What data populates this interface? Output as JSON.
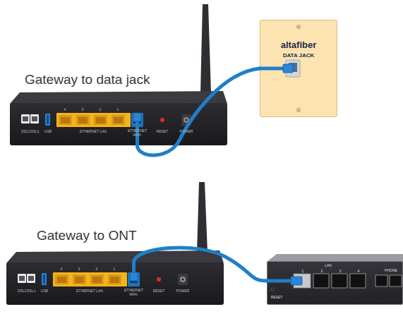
{
  "diagram": {
    "nodes": [
      {
        "text": [
          "DSL2",
          "DSL1",
          "USB",
          "4",
          "3",
          "2",
          "1",
          "ETHERNET LAN",
          "ETHERNET WAN",
          "RESET",
          "POWER"
        ]
      },
      {
        "text": [
          "altafiber",
          "DATA JACK"
        ]
      },
      {
        "text": [
          "DSL2",
          "DSL1",
          "USB",
          "4",
          "3",
          "2",
          "1",
          "ETHERNET LAN",
          "ETHERNET WAN",
          "RESET",
          "POWER"
        ]
      },
      {
        "text": [
          "1",
          "2",
          "3",
          "4",
          "LAN",
          "PHONE",
          "RESET"
        ]
      }
    ],
    "edges": [
      {
        "from": 0,
        "to": 1,
        "arrow": "none"
      },
      {
        "from": 2,
        "to": 3,
        "arrow": "none"
      }
    ],
    "labels": [
      "Gateway to data jack",
      "Gateway to ONT"
    ]
  }
}
